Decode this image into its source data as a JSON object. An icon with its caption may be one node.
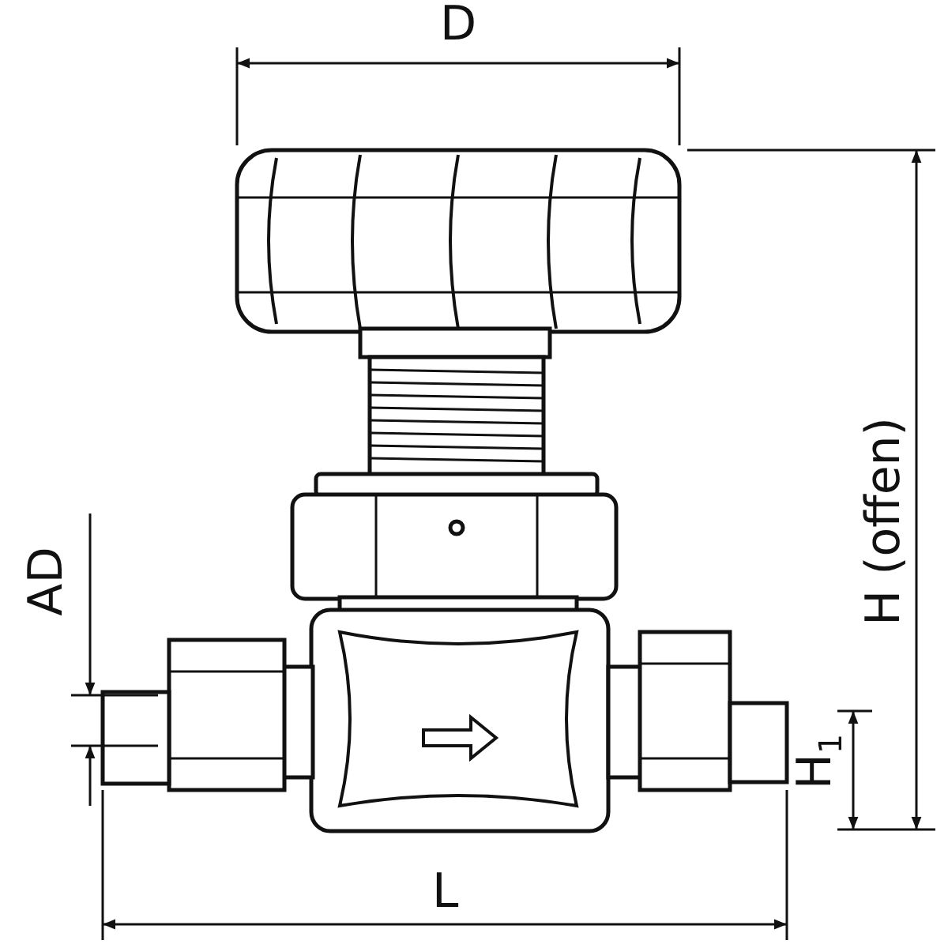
{
  "diagram": {
    "labels": [
      "D",
      "AD",
      "H (offen)",
      "H$_{1}$",
      "L"
    ]
  }
}
